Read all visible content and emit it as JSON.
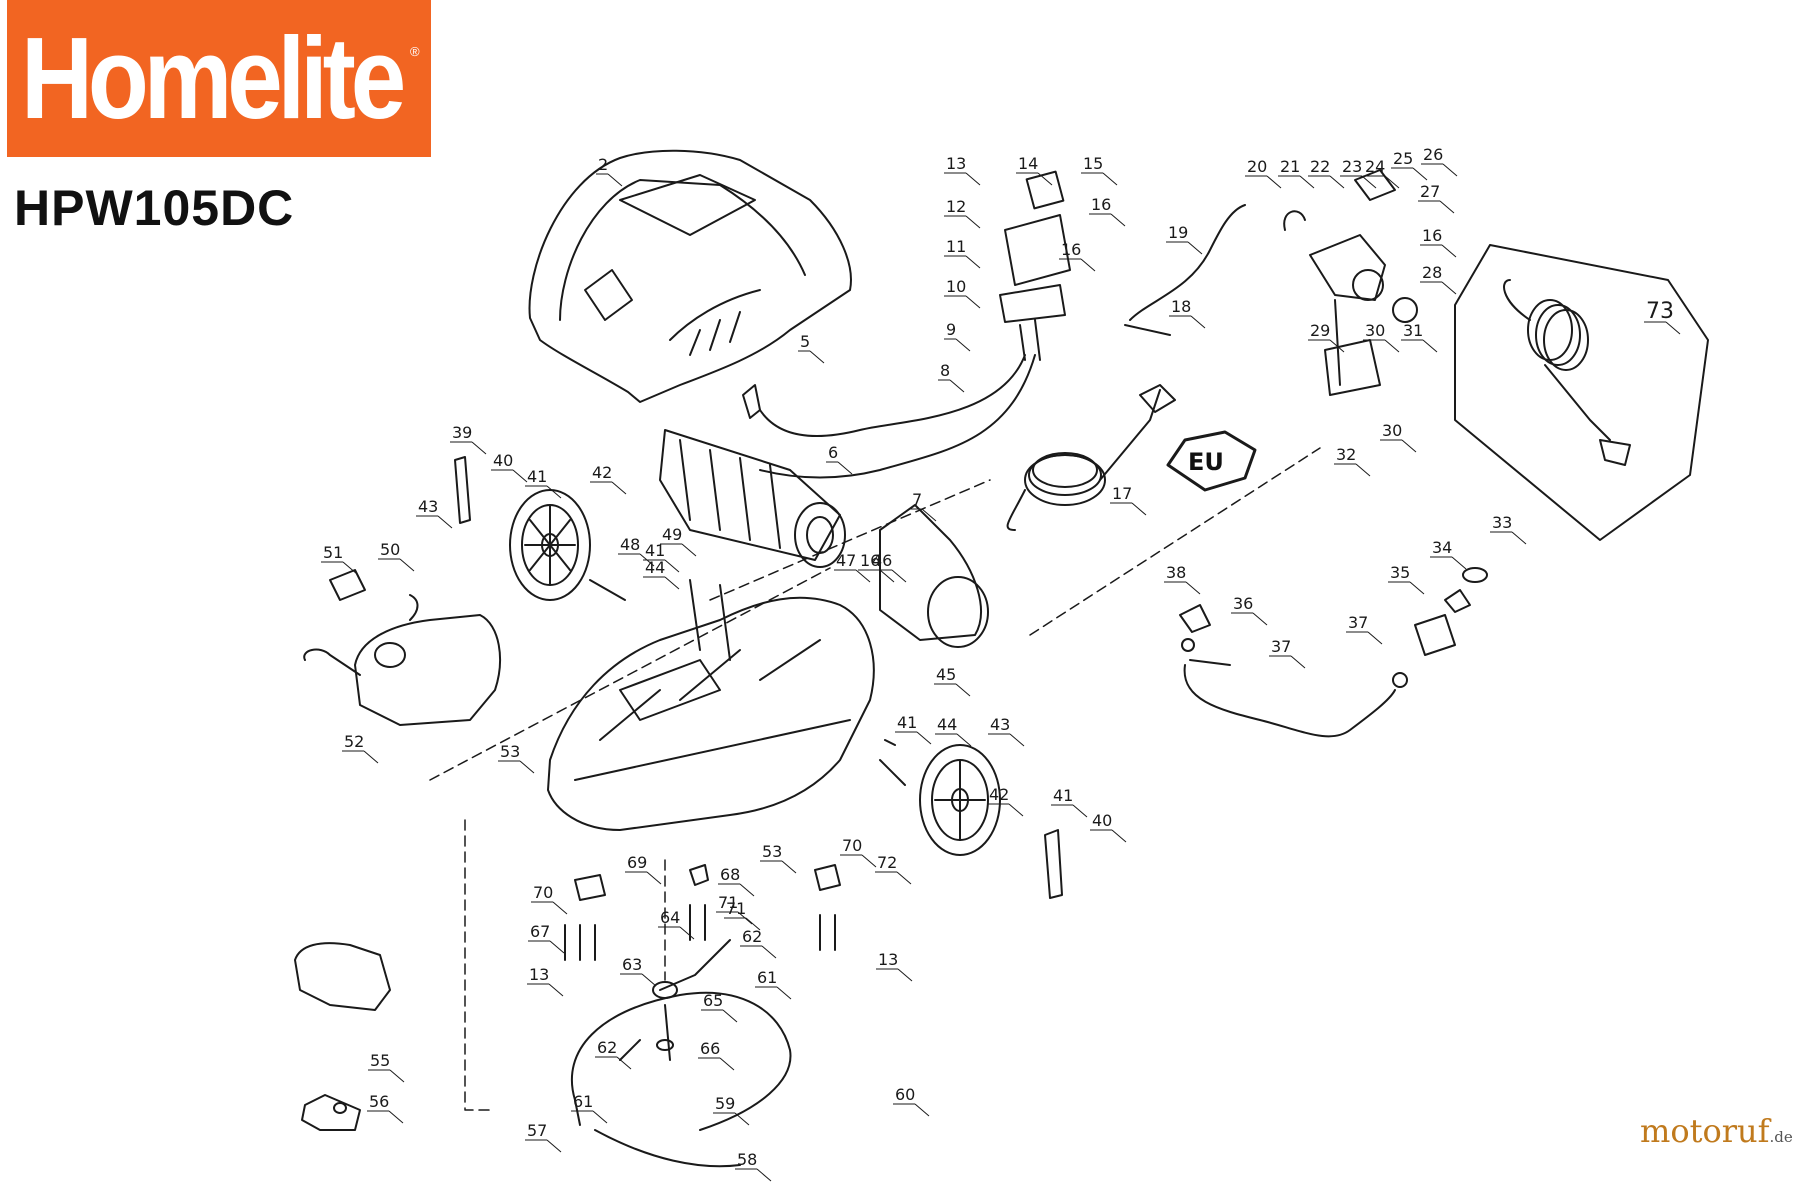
{
  "brand": {
    "name": "Homelite",
    "registered_mark": "®",
    "color": "#f26522"
  },
  "model": "HPW105DC",
  "eu_label": "EU",
  "watermark": {
    "name": "motoruf",
    "tld": ".de",
    "color": "#c07a1d"
  },
  "callouts": [
    "2",
    "5",
    "6",
    "7",
    "8",
    "9",
    "10",
    "11",
    "12",
    "13",
    "14",
    "15",
    "16",
    "16",
    "17",
    "18",
    "19",
    "20",
    "21",
    "22",
    "23",
    "24",
    "25",
    "26",
    "27",
    "16",
    "28",
    "29",
    "30",
    "31",
    "30",
    "32",
    "33",
    "34",
    "35",
    "36",
    "37",
    "37",
    "38",
    "39",
    "40",
    "41",
    "42",
    "43",
    "49",
    "48",
    "44",
    "41",
    "47",
    "16",
    "46",
    "51",
    "50",
    "45",
    "52",
    "53",
    "41",
    "44",
    "43",
    "42",
    "41",
    "40",
    "70",
    "72",
    "53",
    "69",
    "68",
    "70",
    "71",
    "67",
    "64",
    "62",
    "71",
    "13",
    "13",
    "63",
    "65",
    "61",
    "55",
    "62",
    "66",
    "56",
    "61",
    "60",
    "59",
    "57",
    "58",
    "73"
  ]
}
